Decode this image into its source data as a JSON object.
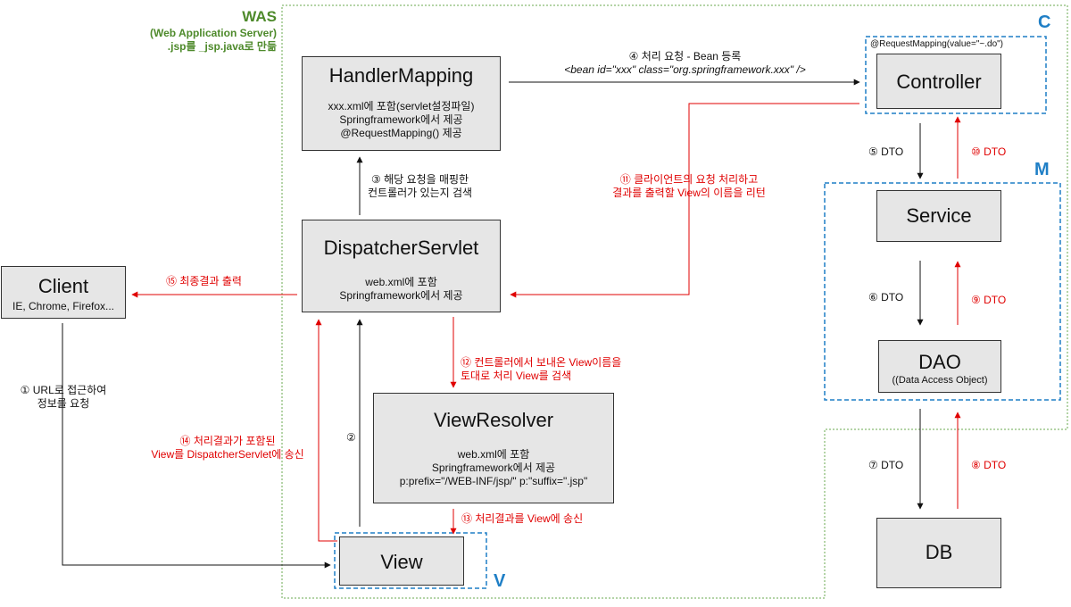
{
  "was": {
    "title": "WAS",
    "line1": "(Web Application Server)",
    "line2": ".jsp를 _jsp.java로 만듦"
  },
  "letters": {
    "c": "C",
    "m": "M",
    "v": "V"
  },
  "boxes": {
    "handler_mapping": {
      "title": "HandlerMapping",
      "lines": [
        "xxx.xml에 포함(servlet설정파일)",
        "Springframework에서 제공",
        "@RequestMapping() 제공"
      ]
    },
    "dispatcher": {
      "title": "DispatcherServlet",
      "lines": [
        "web.xml에 포함",
        "Springframework에서 제공"
      ]
    },
    "view_resolver": {
      "title": "ViewResolver",
      "lines": [
        "web.xml에 포함",
        "Springframework에서 제공",
        "p:prefix=\"/WEB-INF/jsp/\" p:\"suffix=\".jsp\""
      ]
    },
    "client": {
      "title": "Client",
      "lines": [
        "IE, Chrome, Firefox..."
      ]
    },
    "view": {
      "title": "View"
    },
    "controller": {
      "title": "Controller",
      "annotation": "@RequestMapping(value=\"~.do\")"
    },
    "service": {
      "title": "Service"
    },
    "dao": {
      "title": "DAO",
      "sub": "((Data Access Object)"
    },
    "db": {
      "title": "DB"
    }
  },
  "steps": {
    "s1": [
      "① URL로 접근하여",
      "정보를 요청"
    ],
    "s2": "②",
    "s3": [
      "③ 해당 요청을 매핑한",
      "컨트롤러가 있는지 검색"
    ],
    "s4": [
      "④ 처리 요청 - Bean 등록",
      "<bean id=\"xxx\" class=\"org.springframework.xxx\" />"
    ],
    "s5": "⑤ DTO",
    "s6": "⑥ DTO",
    "s7": "⑦ DTO",
    "s8": "⑧ DTO",
    "s9": "⑨ DTO",
    "s10": "⑩ DTO",
    "s11": [
      "⑪ 클라이언트의 요청 처리하고",
      "결과를 출력할 View의 이름을 리턴"
    ],
    "s12": [
      "⑫ 컨트롤러에서 보내온 View이름을",
      "토대로 처리 View를 검색"
    ],
    "s13": "⑬ 처리결과를 View에 송신",
    "s14": [
      "⑭ 처리결과가 포함된",
      "View를 DispatcherServlet에 송신"
    ],
    "s15": "⑮ 최종결과 출력"
  },
  "colors": {
    "red": "#e00000",
    "blue": "#1f7fc6",
    "green": "#4e8a2b",
    "box_fill": "#e6e6e6"
  }
}
